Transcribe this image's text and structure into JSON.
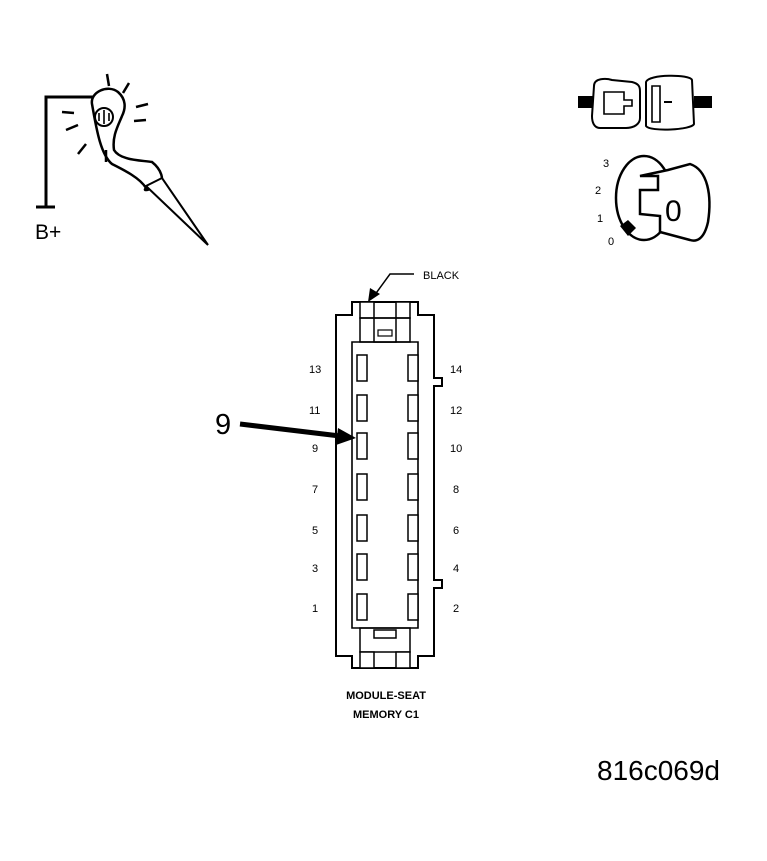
{
  "test_light": {
    "label": "B+"
  },
  "ignition": {
    "positions": [
      "3",
      "2",
      "1",
      "0"
    ],
    "key_label": "0"
  },
  "connector": {
    "color_label": "BLACK",
    "pointer_label": "9",
    "title_line1": "MODULE-SEAT",
    "title_line2": "MEMORY C1",
    "pins_left": [
      "13",
      "11",
      "9",
      "7",
      "5",
      "3",
      "1"
    ],
    "pins_right": [
      "14",
      "12",
      "10",
      "8",
      "6",
      "4",
      "2"
    ],
    "highlighted_pin": "9"
  },
  "figure_id": "816c069d"
}
